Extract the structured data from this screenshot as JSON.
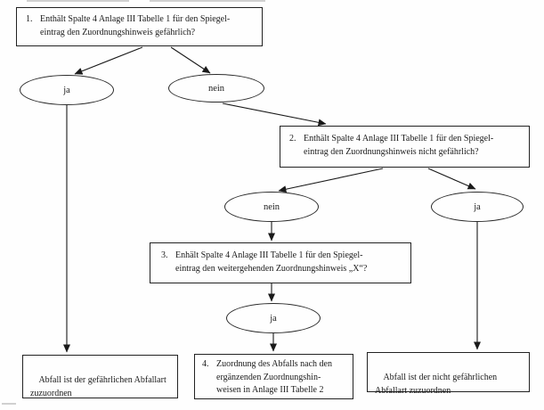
{
  "diagram": {
    "kind": "flowchart",
    "language": "de",
    "colors": {
      "ink": "#1a1a1a",
      "paper": "#fefefe"
    },
    "nodes": {
      "q1": {
        "number": "1.",
        "text": "Enthält Spalte 4 Anlage III Tabelle 1 für den Spiegel-\neintrag den Zuordnungshinweis gefährlich?"
      },
      "ja1": {
        "label": "ja"
      },
      "nein1": {
        "label": "nein"
      },
      "q2": {
        "number": "2.",
        "text": "Enthält Spalte 4 Anlage III Tabelle 1 für den Spiegel-\neintrag den Zuordnungshinweis nicht gefährlich?"
      },
      "nein2": {
        "label": "nein"
      },
      "ja2": {
        "label": "ja"
      },
      "q3": {
        "number": "3.",
        "text": "Enhält Spalte 4 Anlage III Tabelle 1 für den Spiegel-\neintrag den weitergehenden Zuordnungshinweis „X“?"
      },
      "ja3": {
        "label": "ja"
      },
      "result_hazardous": {
        "text": "Abfall ist der gefährlichen Abfallart\nzuzuordnen"
      },
      "q4": {
        "number": "4.",
        "text": "Zuordnung des Abfalls nach den\nergänzenden Zuordnungshin-\nweisen in Anlage III Tabelle 2"
      },
      "result_not_hazardous": {
        "text": "Abfall ist der nicht gefährlichen\nAbfallart zuzuordnen"
      }
    },
    "edges": [
      {
        "from": "q1",
        "to": "ja1"
      },
      {
        "from": "q1",
        "to": "nein1"
      },
      {
        "from": "ja1",
        "to": "result_hazardous"
      },
      {
        "from": "nein1",
        "to": "q2"
      },
      {
        "from": "q2",
        "to": "nein2"
      },
      {
        "from": "q2",
        "to": "ja2"
      },
      {
        "from": "nein2",
        "to": "q3"
      },
      {
        "from": "ja2",
        "to": "result_not_hazardous"
      },
      {
        "from": "q3",
        "to": "ja3"
      },
      {
        "from": "ja3",
        "to": "q4"
      }
    ]
  }
}
